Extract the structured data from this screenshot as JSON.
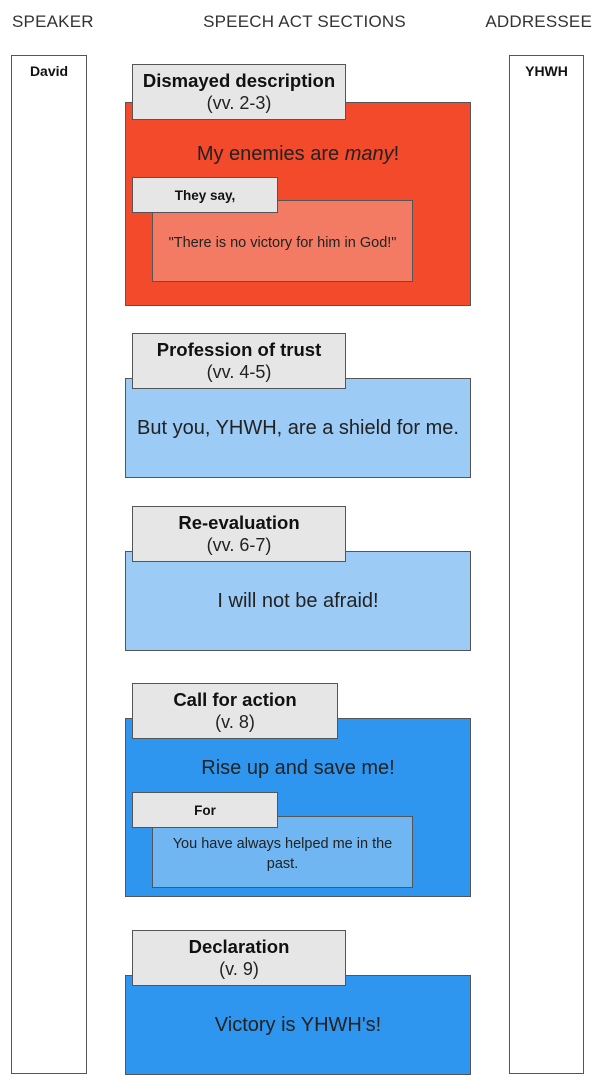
{
  "headers": {
    "speaker": "SPEAKER",
    "sections": "SPEECH ACT SECTIONS",
    "addressee": "ADDRESSEE"
  },
  "speaker_lane": {
    "label": "David"
  },
  "addressee_lane": {
    "label": "YHWH"
  },
  "sections": [
    {
      "title": "Dismayed description",
      "verses": "(vv. 2-3)",
      "text_before": "My enemies are ",
      "text_emph": "many",
      "text_after": "!",
      "sub_label": "They say,",
      "sub_text": "\"There is no victory for him in God!\"",
      "color": "#f24a2a"
    },
    {
      "title": "Profession of trust",
      "verses": "(vv. 4-5)",
      "text": "But you, YHWH, are a shield for me.",
      "color": "#9ccbf5"
    },
    {
      "title": "Re-evaluation",
      "verses": "(vv. 6-7)",
      "text": "I will not be afraid!",
      "color": "#9ccbf5"
    },
    {
      "title": "Call for action",
      "verses": "(v. 8)",
      "text": "Rise up and save me!",
      "sub_label": "For",
      "sub_text": "You have always helped me in the past.",
      "color": "#2e96ee"
    },
    {
      "title": "Declaration",
      "verses": "(v. 9)",
      "text": "Victory is YHWH's!",
      "color": "#2e96ee"
    }
  ]
}
